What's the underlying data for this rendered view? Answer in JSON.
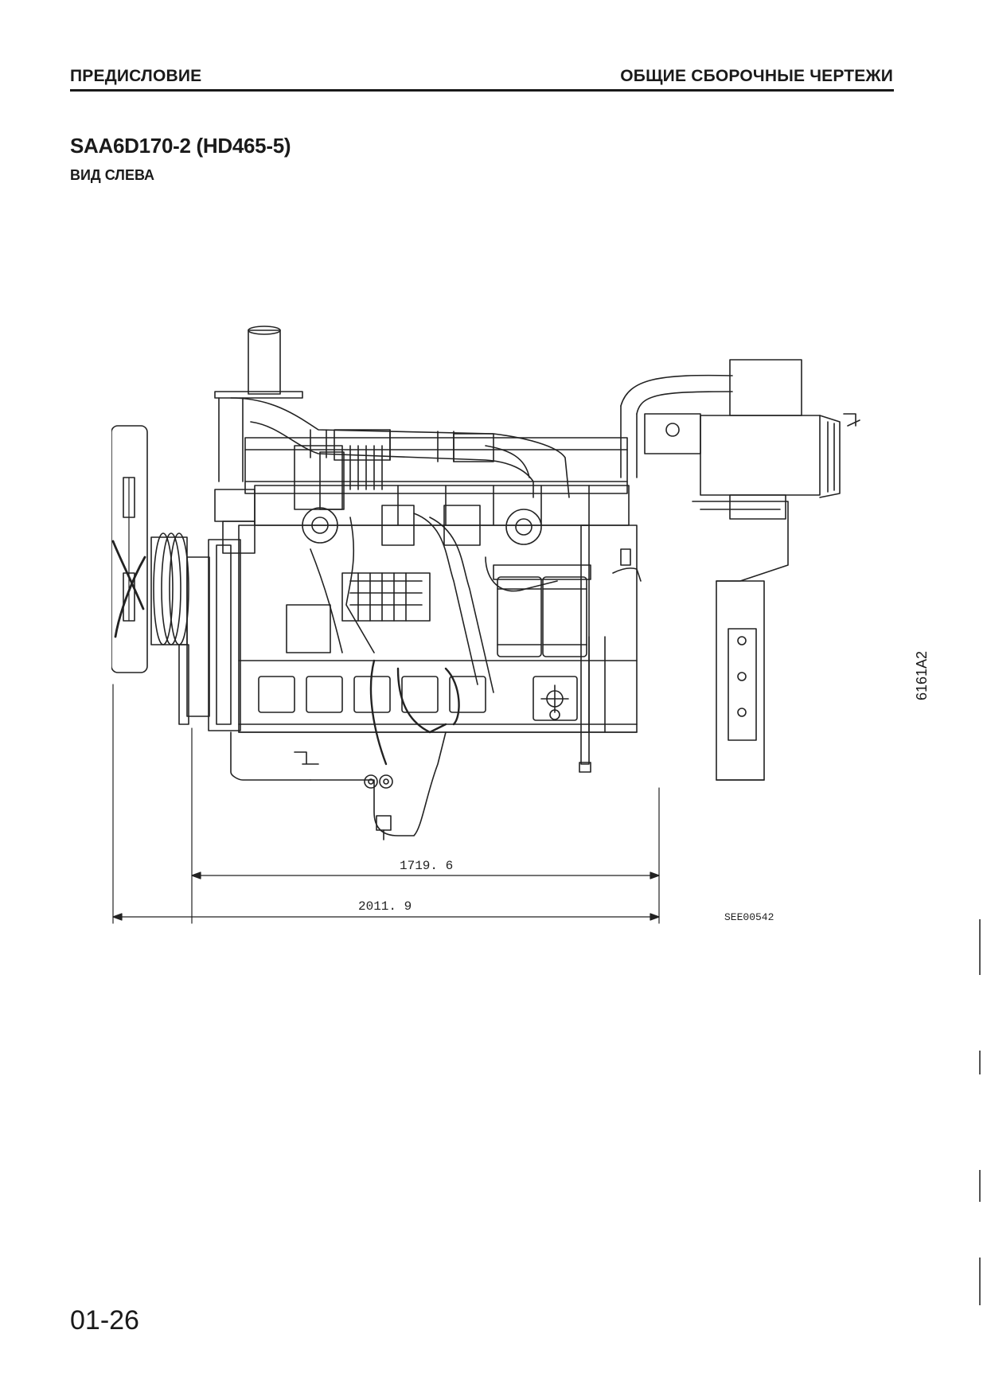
{
  "header": {
    "left": "ПРЕДИСЛОВИЕ",
    "right": "ОБЩИЕ СБОРОЧНЫЕ ЧЕРТЕЖИ"
  },
  "section": {
    "title": "SAA6D170-2 (HD465-5)",
    "view": "ВИД СЛЕВА"
  },
  "drawing": {
    "dimension_inner": "1719. 6",
    "dimension_outer": "2011. 9",
    "reference_code": "SEE00542"
  },
  "side_code": "6161A2",
  "footer": {
    "page_number": "01-26"
  }
}
